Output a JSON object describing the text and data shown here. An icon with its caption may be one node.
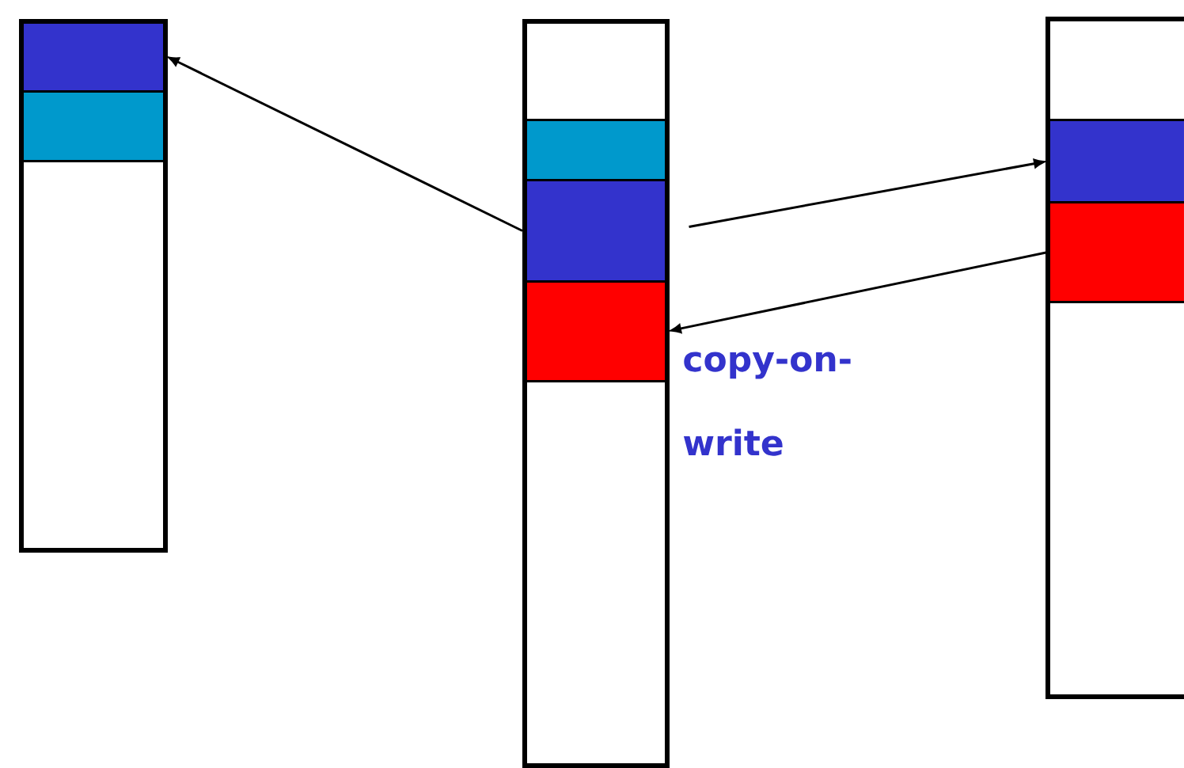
{
  "diagram": {
    "nodes": [
      {
        "text": [],
        "shape": "box"
      },
      {
        "text": [],
        "shape": "box",
        "in": 0
      },
      {
        "text": [],
        "shape": "box",
        "in": 0
      },
      {
        "text": [],
        "shape": "box"
      },
      {
        "text": [],
        "shape": "box",
        "in": 3
      },
      {
        "text": [],
        "shape": "box",
        "in": 3
      },
      {
        "text": [],
        "shape": "box",
        "in": 3
      },
      {
        "text": [],
        "shape": "box"
      },
      {
        "text": [],
        "shape": "box",
        "in": 7
      },
      {
        "text": [],
        "shape": "box",
        "in": 7
      }
    ],
    "edges": [
      {
        "from": 5,
        "to": 1,
        "arrow": "to"
      },
      {
        "from": 5,
        "to": 8,
        "arrow": "to"
      },
      {
        "from": 9,
        "to": 6,
        "arrow": "to"
      }
    ],
    "labels": [
      "copy-on-write"
    ]
  }
}
